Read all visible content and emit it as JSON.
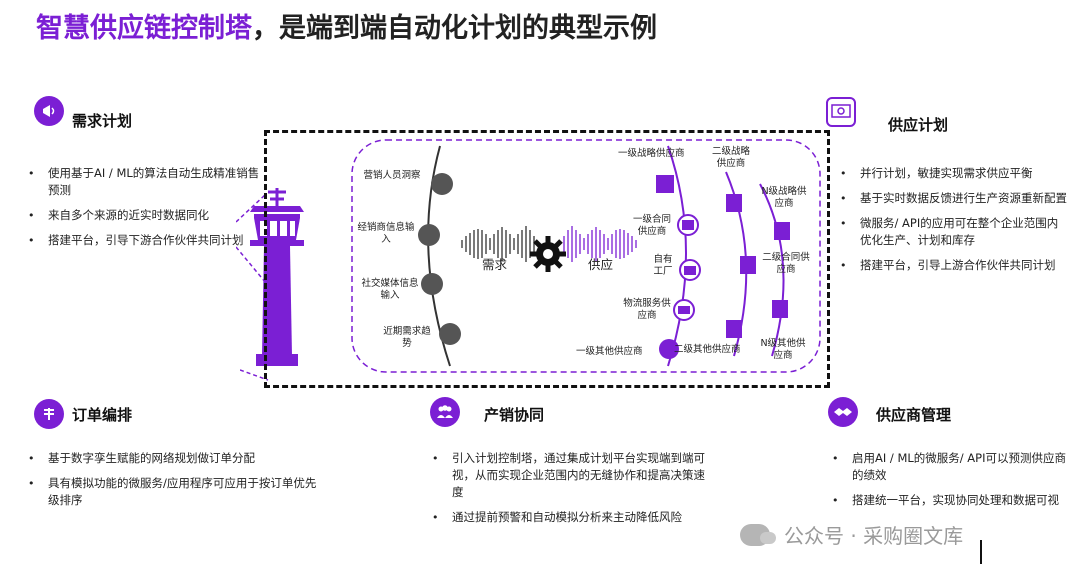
{
  "title": {
    "highlight": "智慧供应链控制塔",
    "rest": "，是端到端自动化计划的典型示例"
  },
  "sections": {
    "demand_planning": {
      "title": "需求计划",
      "bullets": [
        "使用基于AI / ML的算法自动生成精准销售预测",
        "来自多个来源的近实时数据同化",
        "搭建平台，引导下游合作伙伴共同计划"
      ]
    },
    "supply_planning": {
      "title": "供应计划",
      "bullets": [
        "并行计划，敏捷实现需求供应平衡",
        "基于实时数据反馈进行生产资源重新配置",
        "微服务/ API的应用可在整个企业范围内优化生产、计划和库存",
        "搭建平台，引导上游合作伙伴共同计划"
      ]
    },
    "order_scheduling": {
      "title": "订单编排",
      "bullets": [
        "基于数字孪生赋能的网络规划做订单分配",
        "具有模拟功能的微服务/应用程序可应用于按订单优先级排序"
      ]
    },
    "sop_collaboration": {
      "title": "产销协同",
      "bullets": [
        "引入计划控制塔，通过集成计划平台实现端到端可视，从而实现企业范围内的无缝协作和提高决策速度",
        "通过提前预警和自动模拟分析来主动降低风险"
      ]
    },
    "supplier_management": {
      "title": "供应商管理",
      "bullets": [
        "启用AI / ML的微服务/ API可以预测供应商的绩效",
        "搭建统一平台，实现协同处理和数据可视"
      ]
    }
  },
  "diagram": {
    "demand_sources": [
      "营销人员洞察",
      "经销商信息输入",
      "社交媒体信息输入",
      "近期需求趋势"
    ],
    "center": {
      "demand": "需求",
      "supply": "供应"
    },
    "tier1": [
      "一级战略供应商",
      "一级合同供应商",
      "自有工厂",
      "物流服务供应商",
      "一级其他供应商"
    ],
    "tier2": [
      "二级战略供应商",
      "二级合同供应商",
      "二级其他供应商"
    ],
    "tiern": [
      "N级战略供应商",
      "N级其他供应商"
    ]
  },
  "watermark": "公众号 · 采购圈文库",
  "colors": {
    "accent": "#7b1fd4",
    "gray_icon": "#555555",
    "dashed_border": "#111111"
  }
}
